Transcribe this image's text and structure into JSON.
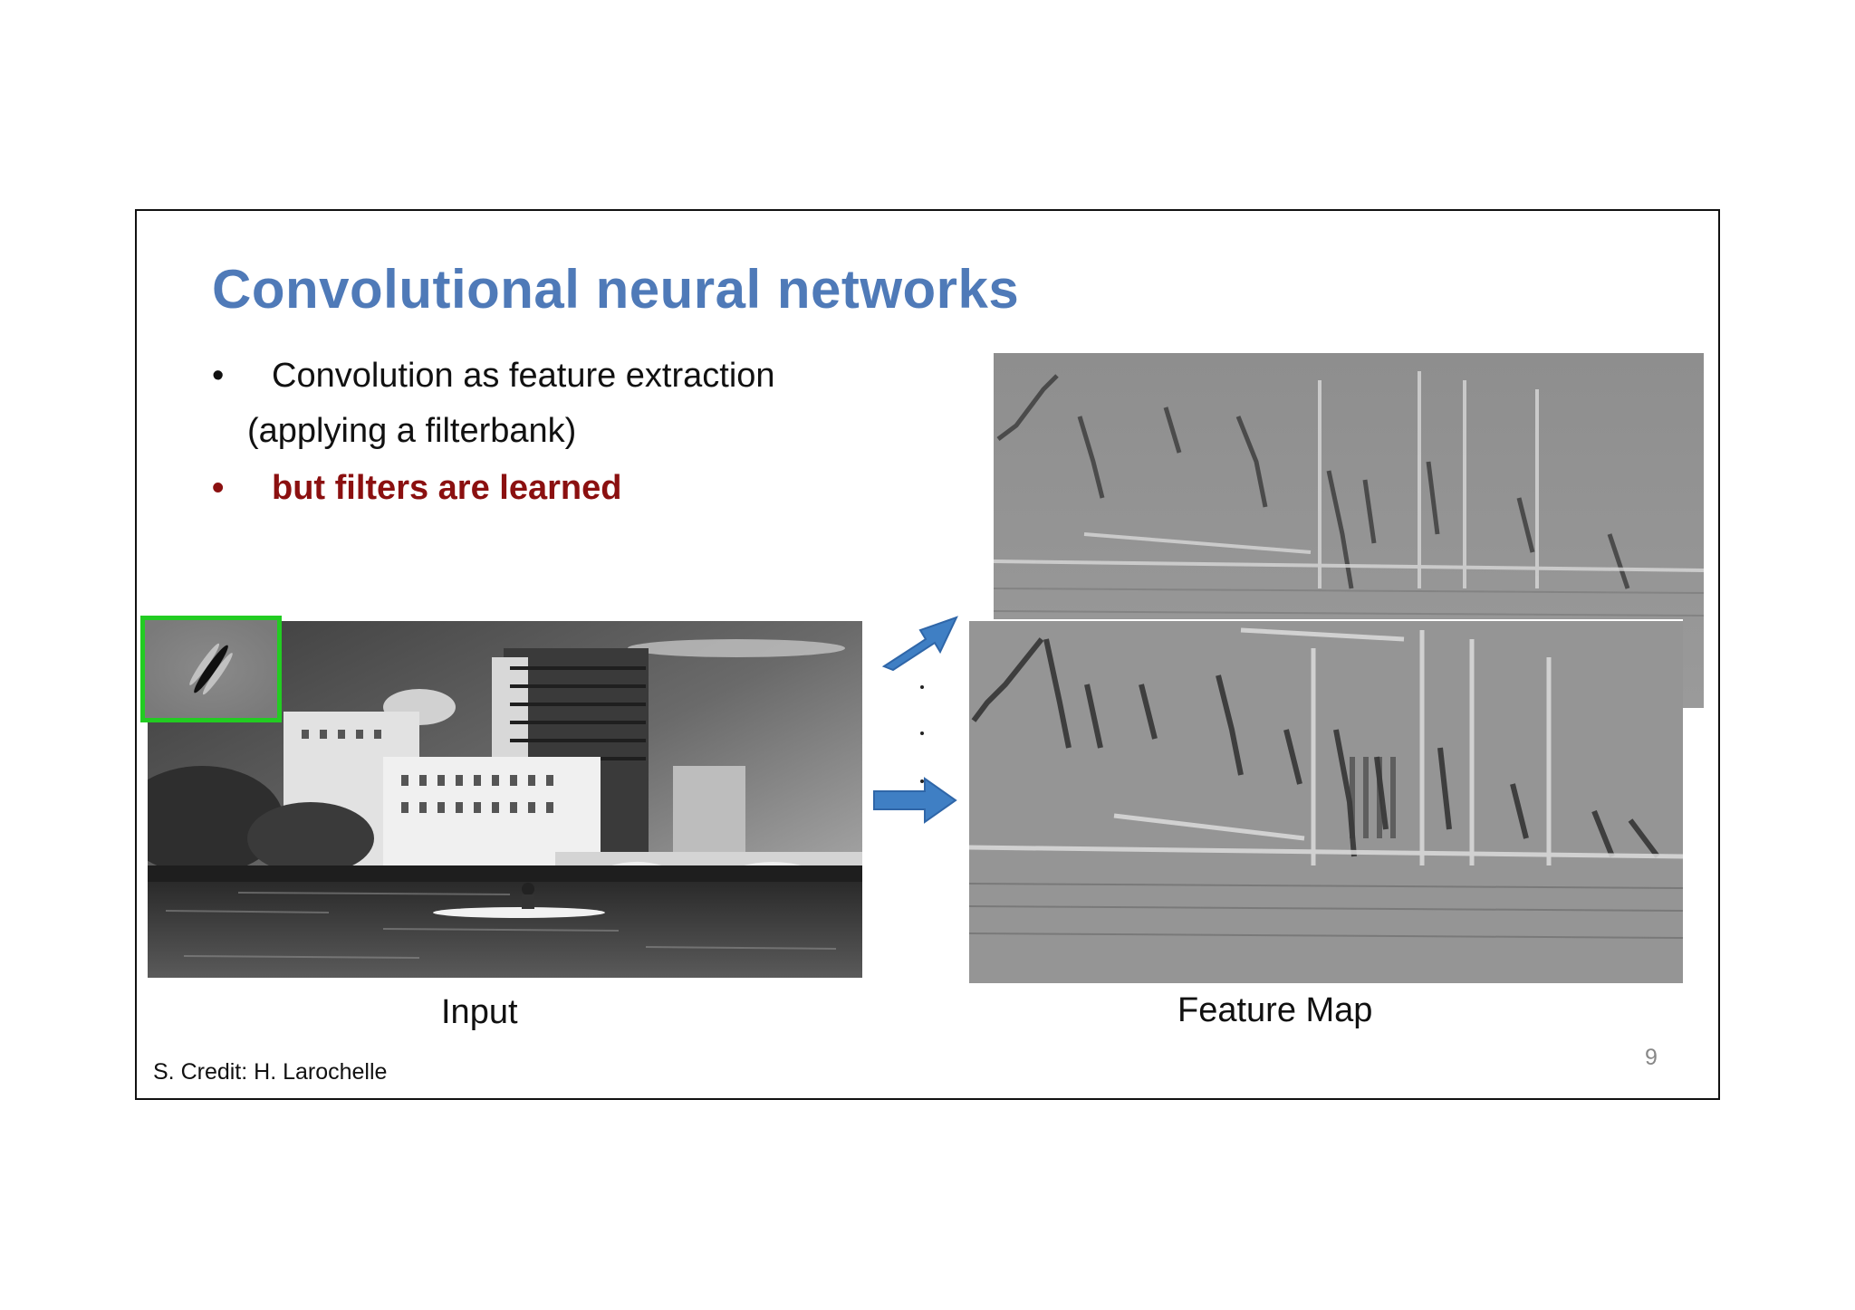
{
  "slide": {
    "title": "Convolutional neural networks",
    "bullets": [
      {
        "marker": "•",
        "text": "Convolution as feature extraction",
        "continuation": "(applying a filterbank)"
      },
      {
        "marker": "•",
        "text": "but filters are learned"
      }
    ],
    "captions": {
      "input": "Input",
      "feature_map": "Feature Map"
    },
    "credit": "S. Credit: H. Larochelle",
    "page_number": "9"
  },
  "colors": {
    "title": "#4f7ab8",
    "highlight_bullet": "#8b1010",
    "filter_border": "#22cc22",
    "arrow": "#3f7fc4"
  },
  "icons": {
    "arrow_up": "arrow-diagonal-up-right-icon",
    "arrow_right": "arrow-right-icon"
  }
}
